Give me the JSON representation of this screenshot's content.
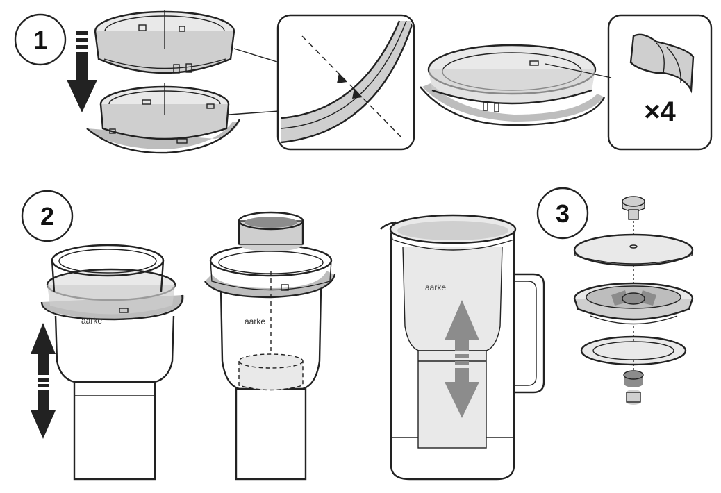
{
  "steps": {
    "step1": "1",
    "step2": "2",
    "step3": "3"
  },
  "detail": {
    "quantity": "×4"
  },
  "brand": {
    "left": "aarke",
    "middle": "aarke",
    "pitcher": "aarke"
  }
}
